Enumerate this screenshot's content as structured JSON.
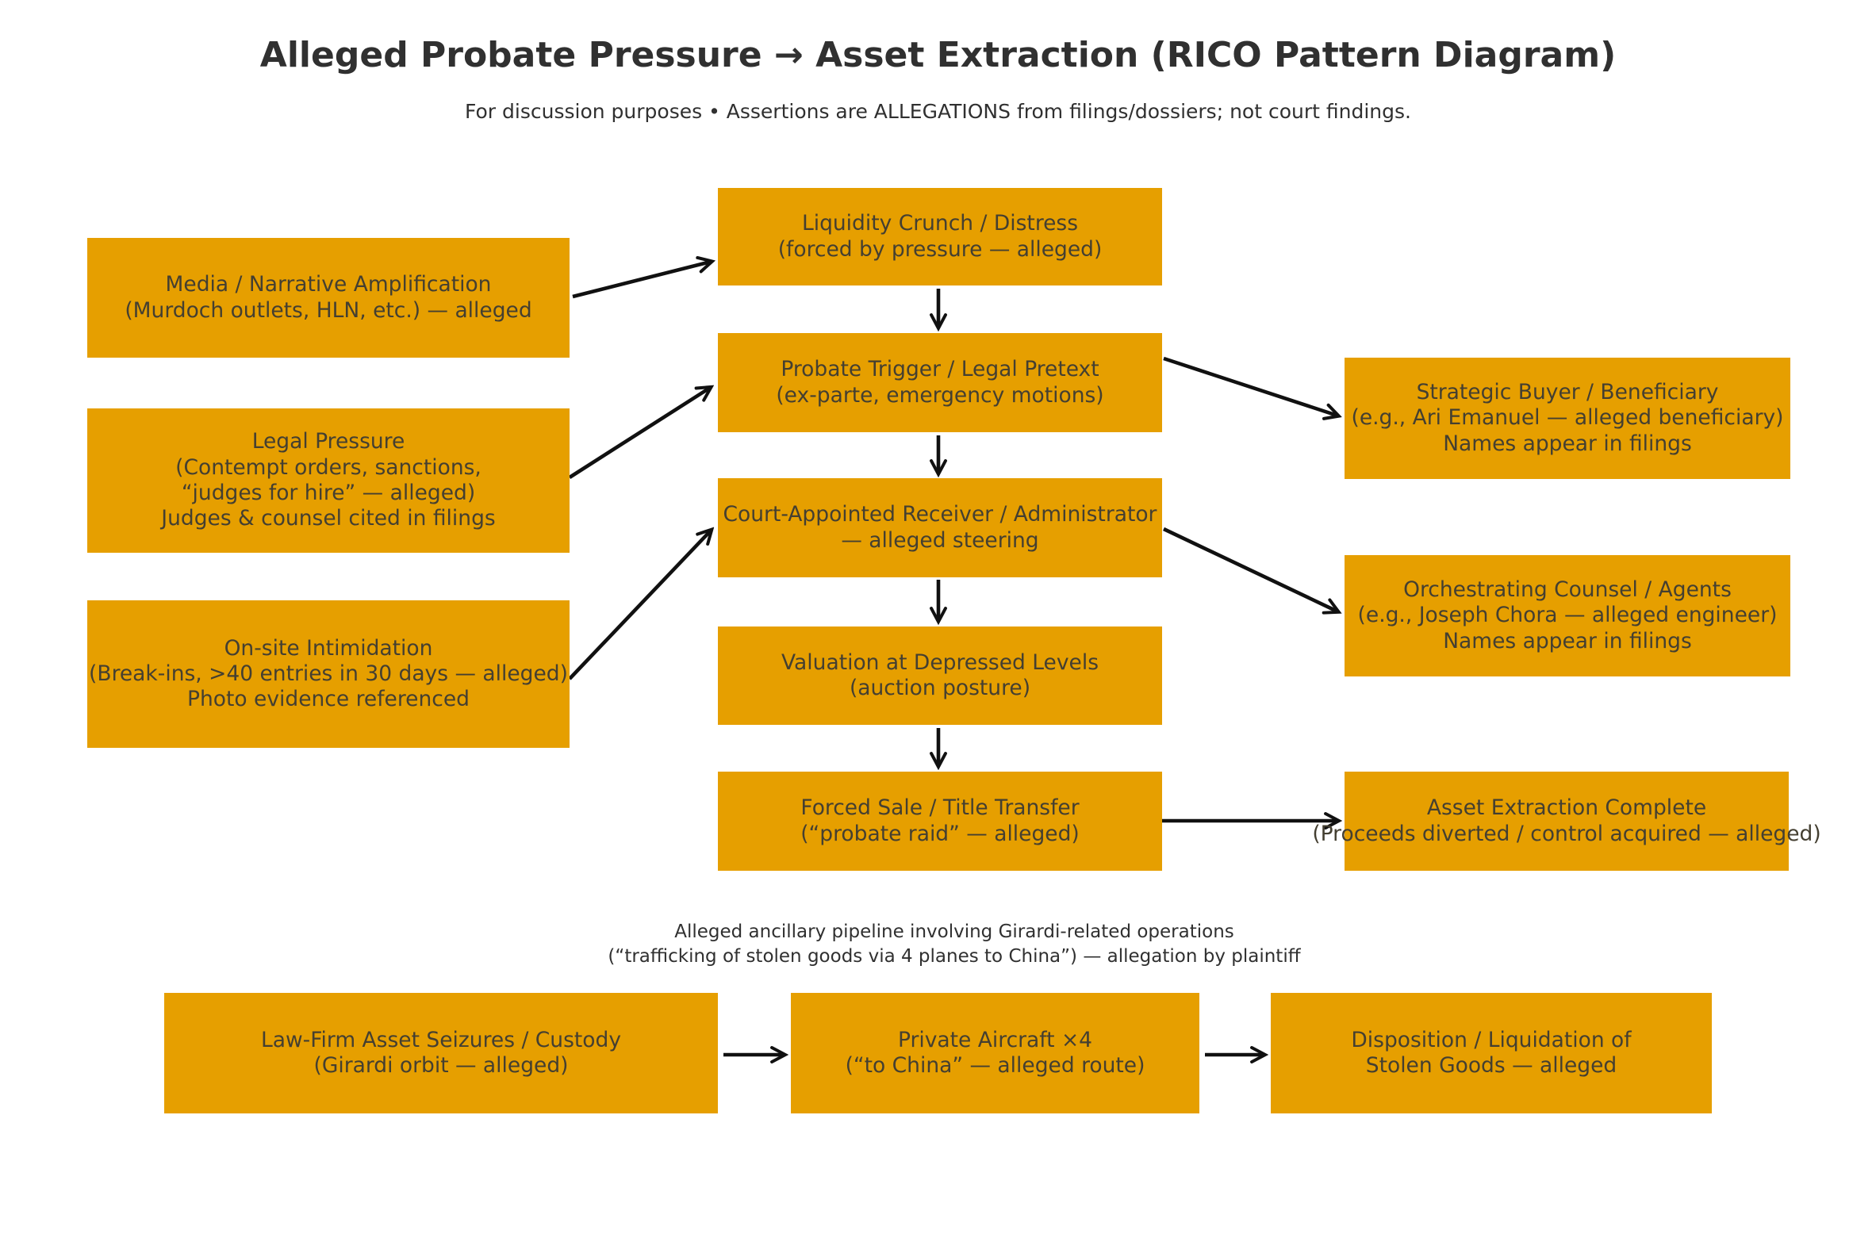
{
  "title": "Alleged Probate Pressure → Asset Extraction (RICO Pattern Diagram)",
  "subtitle": "For discussion purposes • Assertions are ALLEGATIONS from filings/dossiers; not court findings.",
  "colors": {
    "box_fill": "#E69F00",
    "box_text": "#443f31",
    "arrow": "#111111",
    "heading_text": "#303030",
    "background": "#ffffff"
  },
  "nodes": {
    "media": {
      "lines": [
        "Media / Narrative Amplification",
        "(Murdoch outlets, HLN, etc.) — alleged"
      ]
    },
    "legal_pressure": {
      "lines": [
        "Legal Pressure",
        "(Contempt orders, sanctions,",
        "“judges for hire” — alleged)",
        "Judges & counsel cited in filings"
      ]
    },
    "onsite_intimidation": {
      "lines": [
        "On-site Intimidation",
        "(Break-ins, >40 entries in 30 days — alleged)",
        "Photo evidence referenced"
      ]
    },
    "liquidity_crunch": {
      "lines": [
        "Liquidity Crunch / Distress",
        "(forced by pressure — alleged)"
      ]
    },
    "probate_trigger": {
      "lines": [
        "Probate Trigger / Legal Pretext",
        "(ex-parte, emergency motions)"
      ]
    },
    "receiver": {
      "lines": [
        "Court-Appointed Receiver / Administrator",
        "— alleged steering"
      ]
    },
    "valuation": {
      "lines": [
        "Valuation at Depressed Levels",
        "(auction posture)"
      ]
    },
    "forced_sale": {
      "lines": [
        "Forced Sale / Title Transfer",
        "(“probate raid” — alleged)"
      ]
    },
    "strategic_buyer": {
      "lines": [
        "Strategic Buyer / Beneficiary",
        "(e.g., Ari Emanuel — alleged beneficiary)",
        "Names appear in filings"
      ]
    },
    "orchestrating_counsel": {
      "lines": [
        "Orchestrating Counsel / Agents",
        "(e.g., Joseph Chora — alleged engineer)",
        "Names appear in filings"
      ]
    },
    "asset_extraction": {
      "lines": [
        "Asset Extraction Complete",
        "(Proceeds diverted / control acquired — alleged)"
      ]
    },
    "law_firm_seizures": {
      "lines": [
        "Law-Firm Asset Seizures / Custody",
        "(Girardi orbit — alleged)"
      ]
    },
    "private_aircraft": {
      "lines": [
        "Private Aircraft ×4",
        "(“to China” — alleged route)"
      ]
    },
    "disposition": {
      "lines": [
        "Disposition / Liquidation of",
        "Stolen Goods — alleged"
      ]
    }
  },
  "caption": {
    "line1": "Alleged ancillary pipeline involving Girardi-related operations",
    "line2": "(“trafficking of stolen goods via 4 planes to China”) — allegation by plaintiff"
  }
}
